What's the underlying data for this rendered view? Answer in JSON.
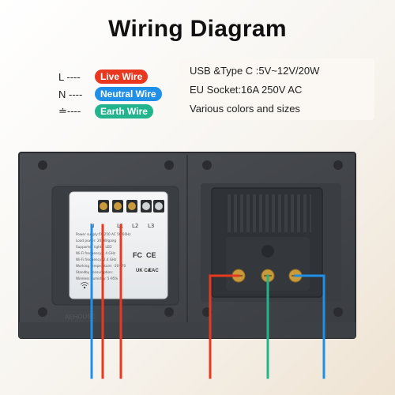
{
  "title": "Wiring Diagram",
  "legend": [
    {
      "symbol": "L ----",
      "label": "Live Wire",
      "color": "#e8381f"
    },
    {
      "symbol": "N ----",
      "label": "Neutral Wire",
      "color": "#1f8fe8"
    },
    {
      "symbol": "≐----",
      "label": "Earth Wire",
      "color": "#22b48c"
    }
  ],
  "specs": [
    "USB &Type C :5V~12V/20W",
    "EU Socket:16A 250V AC",
    "Various colors and sizes"
  ],
  "switch_module": {
    "terminals": [
      "N",
      "L1",
      "L2",
      "L3"
    ],
    "label_lines": [
      "Power supply:5V-250 AC 50/60Hz",
      "Load power: 200W/gang",
      "Supported lights: LED",
      "Wi-Fi frequency:2.4 GHz",
      "Wi-Fi frequency: 2.4 GHz",
      "Working temperature: -20~70",
      "Standby consumption:",
      "Wireless humidity: 5-95%"
    ],
    "marks": [
      "FC",
      "CE",
      "UK CA",
      "EAC"
    ]
  },
  "brand_text": "AEHOUSE",
  "colors": {
    "live": "#e8381f",
    "neutral": "#1f8fe8",
    "earth": "#22b48c",
    "panel": "#45484c",
    "panel_dark": "#2f3236",
    "module_white": "#eef0f2"
  }
}
